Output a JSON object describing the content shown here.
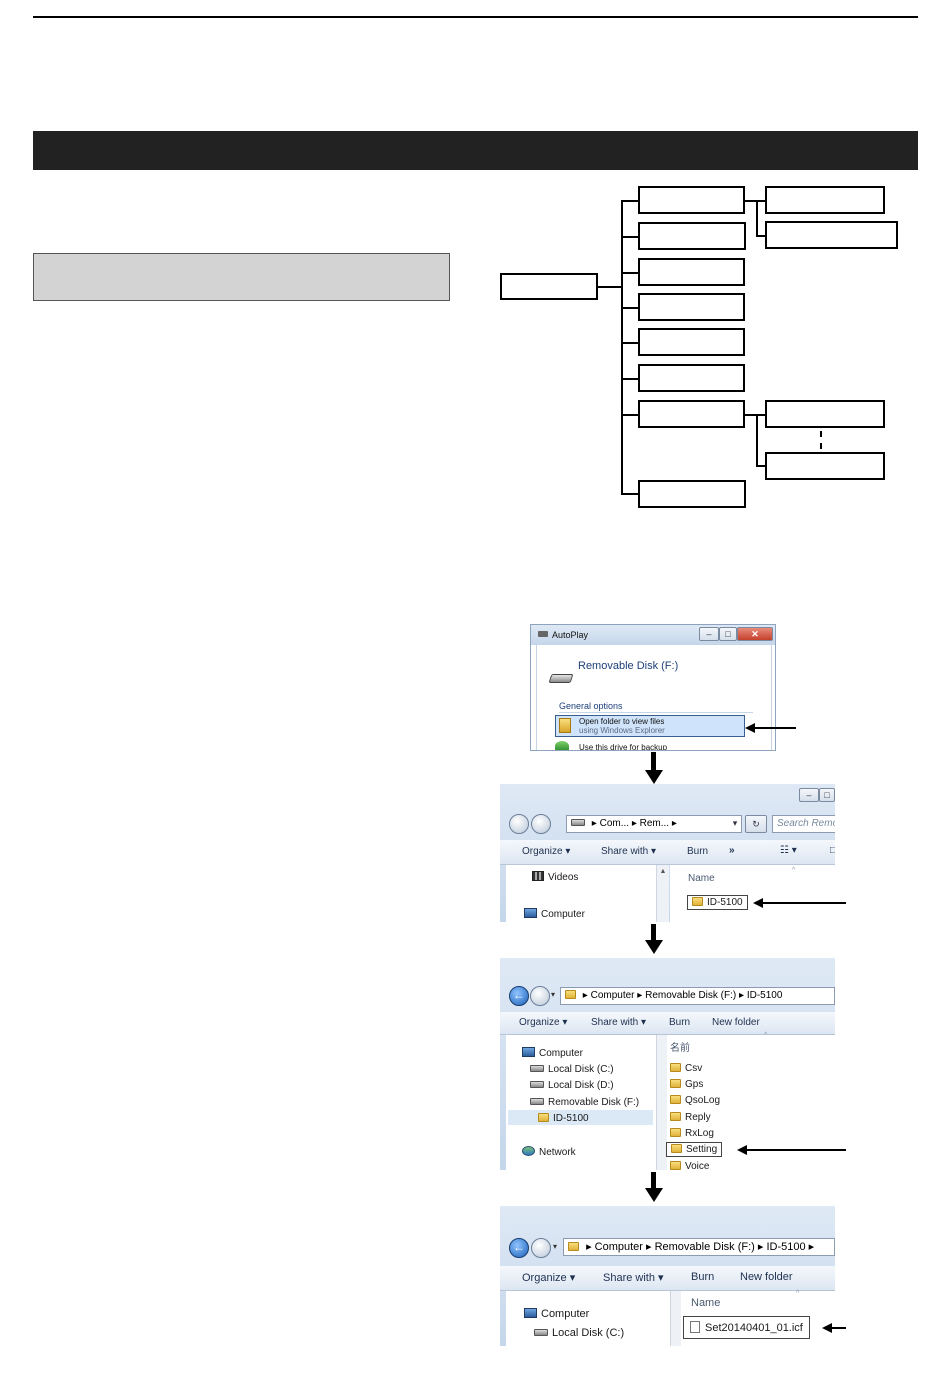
{
  "autoplay": {
    "title": "AutoPlay",
    "disk_label": "Removable Disk (F:)",
    "general_options": "General options",
    "open_folder_line1": "Open folder to view files",
    "open_folder_line2": "using Windows Explorer",
    "backup": "Use this drive for backup"
  },
  "explorer1": {
    "addr_1": "Com...",
    "addr_2": "Rem...",
    "search_placeholder": "Search Remo",
    "organize": "Organize",
    "share_with": "Share with",
    "burn": "Burn",
    "more": "»",
    "name_header": "Name",
    "nav_videos": "Videos",
    "nav_computer": "Computer",
    "item": "ID-5100"
  },
  "explorer2": {
    "addr_1": "Computer",
    "addr_2": "Removable Disk (F:)",
    "addr_3": "ID-5100",
    "organize": "Organize",
    "share_with": "Share with",
    "burn": "Burn",
    "new_folder": "New folder",
    "name_header": "名前",
    "nav": [
      "Computer",
      "Local Disk (C:)",
      "Local Disk (D:)",
      "Removable Disk (F:)",
      "ID-5100",
      "Network"
    ],
    "items": [
      "Csv",
      "Gps",
      "QsoLog",
      "Reply",
      "RxLog",
      "Setting",
      "Voice"
    ]
  },
  "explorer3": {
    "addr_1": "Computer",
    "addr_2": "Removable Disk (F:)",
    "addr_3": "ID-5100",
    "organize": "Organize",
    "share_with": "Share with",
    "burn": "Burn",
    "new_folder": "New folder",
    "name_header": "Name",
    "nav": [
      "Computer",
      "Local Disk (C:)"
    ],
    "item": "Set20140401_01.icf"
  }
}
